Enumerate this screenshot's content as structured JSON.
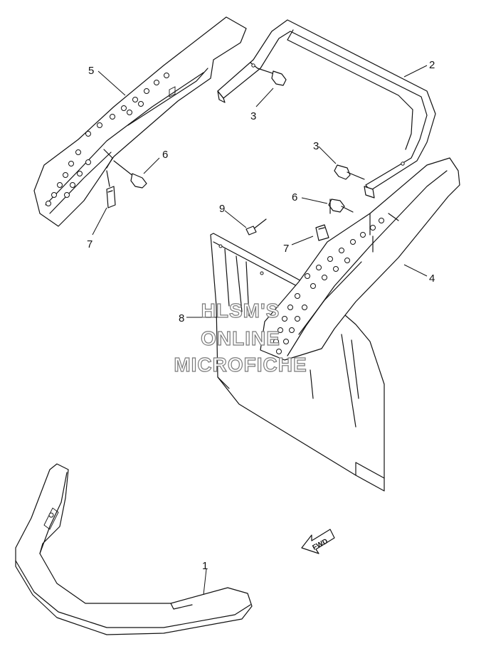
{
  "callouts": [
    "1",
    "2",
    "3",
    "3",
    "4",
    "5",
    "6",
    "6",
    "7",
    "7",
    "8",
    "9"
  ],
  "watermark": {
    "line1": "HLSM'S",
    "line2": "ONLINE",
    "line3": "MICROFICHE"
  },
  "fwd_label": "FWD"
}
